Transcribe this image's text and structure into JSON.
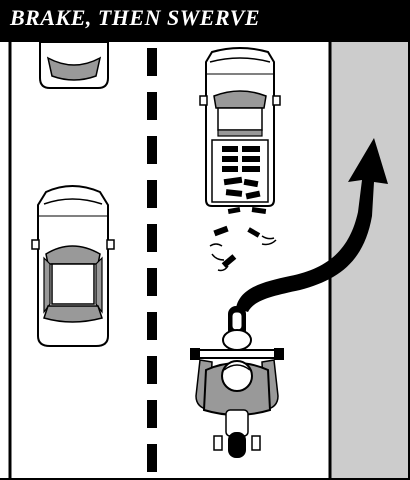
{
  "title": "BRAKE, THEN SWERVE",
  "colors": {
    "title_background": "#000000",
    "title_text": "#ffffff",
    "road": "#ffffff",
    "shoulder": "#cccccc",
    "car_body": "#ffffff",
    "car_glass": "#999999",
    "lines": "#000000",
    "rider": "#999999",
    "path_arrow": "#000000"
  },
  "scene": {
    "lane_divider": "dashed-center-line",
    "objects": [
      "car-ahead-braking",
      "cargo-debris",
      "motorcycle-rider",
      "car-adjacent-lane",
      "car-partially-visible",
      "road-shoulder"
    ],
    "maneuver": "swerve-right-onto-shoulder"
  }
}
